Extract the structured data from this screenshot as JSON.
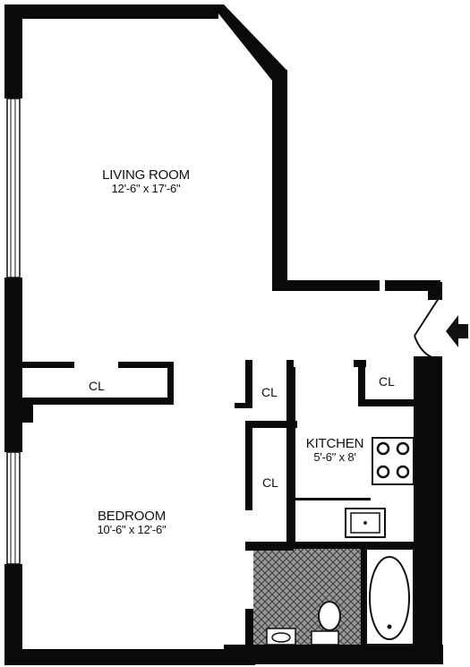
{
  "rooms": {
    "living": {
      "name": "LIVING ROOM",
      "dims": "12'-6\" x 17'-6\""
    },
    "bedroom": {
      "name": "BEDROOM",
      "dims": "10'-6\" x 12'-6\""
    },
    "kitchen": {
      "name": "KITCHEN",
      "dims": "5'-6\" x 8'"
    }
  },
  "closets": {
    "living": "CL",
    "hall_upper": "CL",
    "hall_lower": "CL",
    "entry": "CL"
  },
  "colors": {
    "wall": "#0a0a0a",
    "background": "#ffffff",
    "bath_floor": "#8a8a8a"
  },
  "icons": [
    "entry-arrow-icon",
    "door-swing-icon",
    "stove-icon",
    "sink-icon",
    "bathtub-icon",
    "toilet-icon",
    "bath-sink-icon",
    "window-icon"
  ]
}
